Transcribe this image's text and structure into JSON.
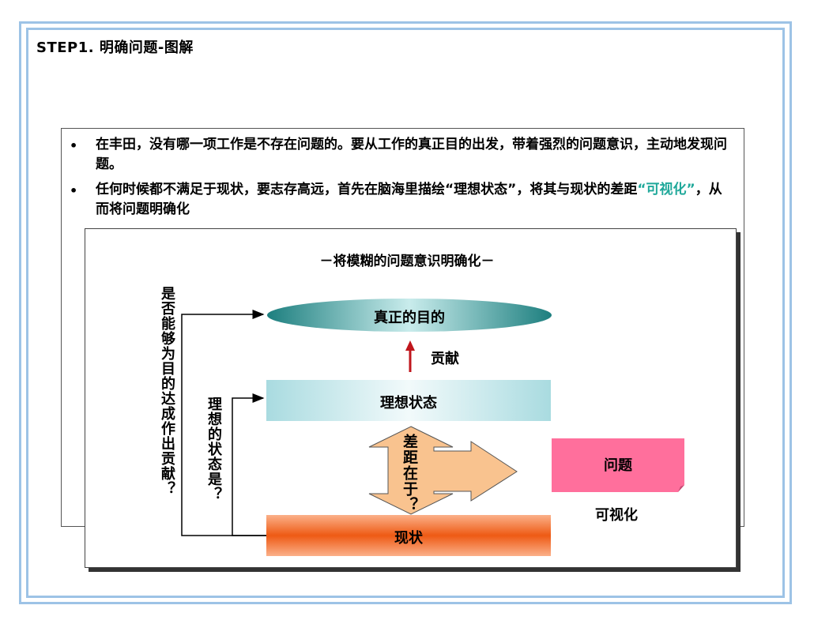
{
  "slide": {
    "title": "STEP1. 明确问题-图解"
  },
  "bullets": [
    {
      "symbol": "•",
      "text_before": "在丰田，没有哪一项工作是不存在问题的。要从工作的真正目的出发，带着强烈的问题意识，主动地发现问题。",
      "highlight": "",
      "text_after": ""
    },
    {
      "symbol": "•",
      "text_before": "任何时候都不满足于现状，要志存高远，首先在脑海里描绘“理想状态”，将其与现状的差距",
      "highlight": "“可视化”",
      "text_after": "，从而将问题明确化"
    }
  ],
  "diagram": {
    "title": "－将模糊的问题意识明确化－",
    "left_question_outer": "是否能够为目的达成作出贡献？",
    "left_question_inner": "理想的状态是？",
    "true_purpose": "真正的目的",
    "contribution": "贡献",
    "ideal_state": "理想状态",
    "gap_arrow": "差距在于？",
    "current_state": "现状",
    "problem": "问题",
    "visualize": "可视化"
  },
  "colors": {
    "frame": "#9dc3e6",
    "highlight": "#1fa89a",
    "ellipse_dark": "#1d7f7f",
    "ellipse_light": "#c9ecec",
    "ideal_light": "#e8f6f7",
    "ideal_dark": "#a9dbe0",
    "gap_arrow": "#f9c38f",
    "current_light": "#fbb089",
    "current_dark": "#ee5a14",
    "problem": "#ff6f9c",
    "contribution_arrow": "#c0161c"
  }
}
